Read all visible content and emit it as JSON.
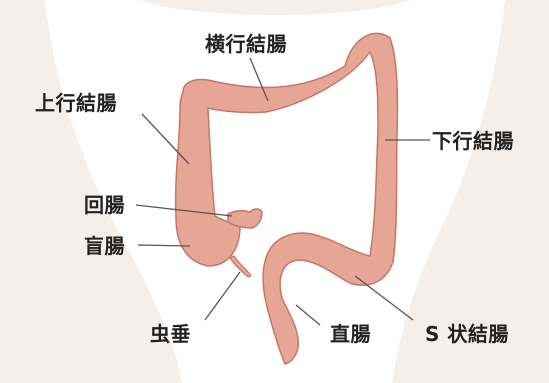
{
  "diagram": {
    "labels": {
      "transverse_colon": "横行結腸",
      "ascending_colon": "上行結腸",
      "descending_colon": "下行結腸",
      "ileum": "回腸",
      "cecum": "盲腸",
      "appendix": "虫垂",
      "rectum": "直腸",
      "sigmoid_colon": "S 状結腸"
    },
    "colors": {
      "background": "#ffffff",
      "body_silhouette": "#f5efeb",
      "colon_fill": "#e7a596",
      "colon_outline": "#c47767",
      "leader_line": "#555555",
      "label_text": "#222222"
    }
  }
}
